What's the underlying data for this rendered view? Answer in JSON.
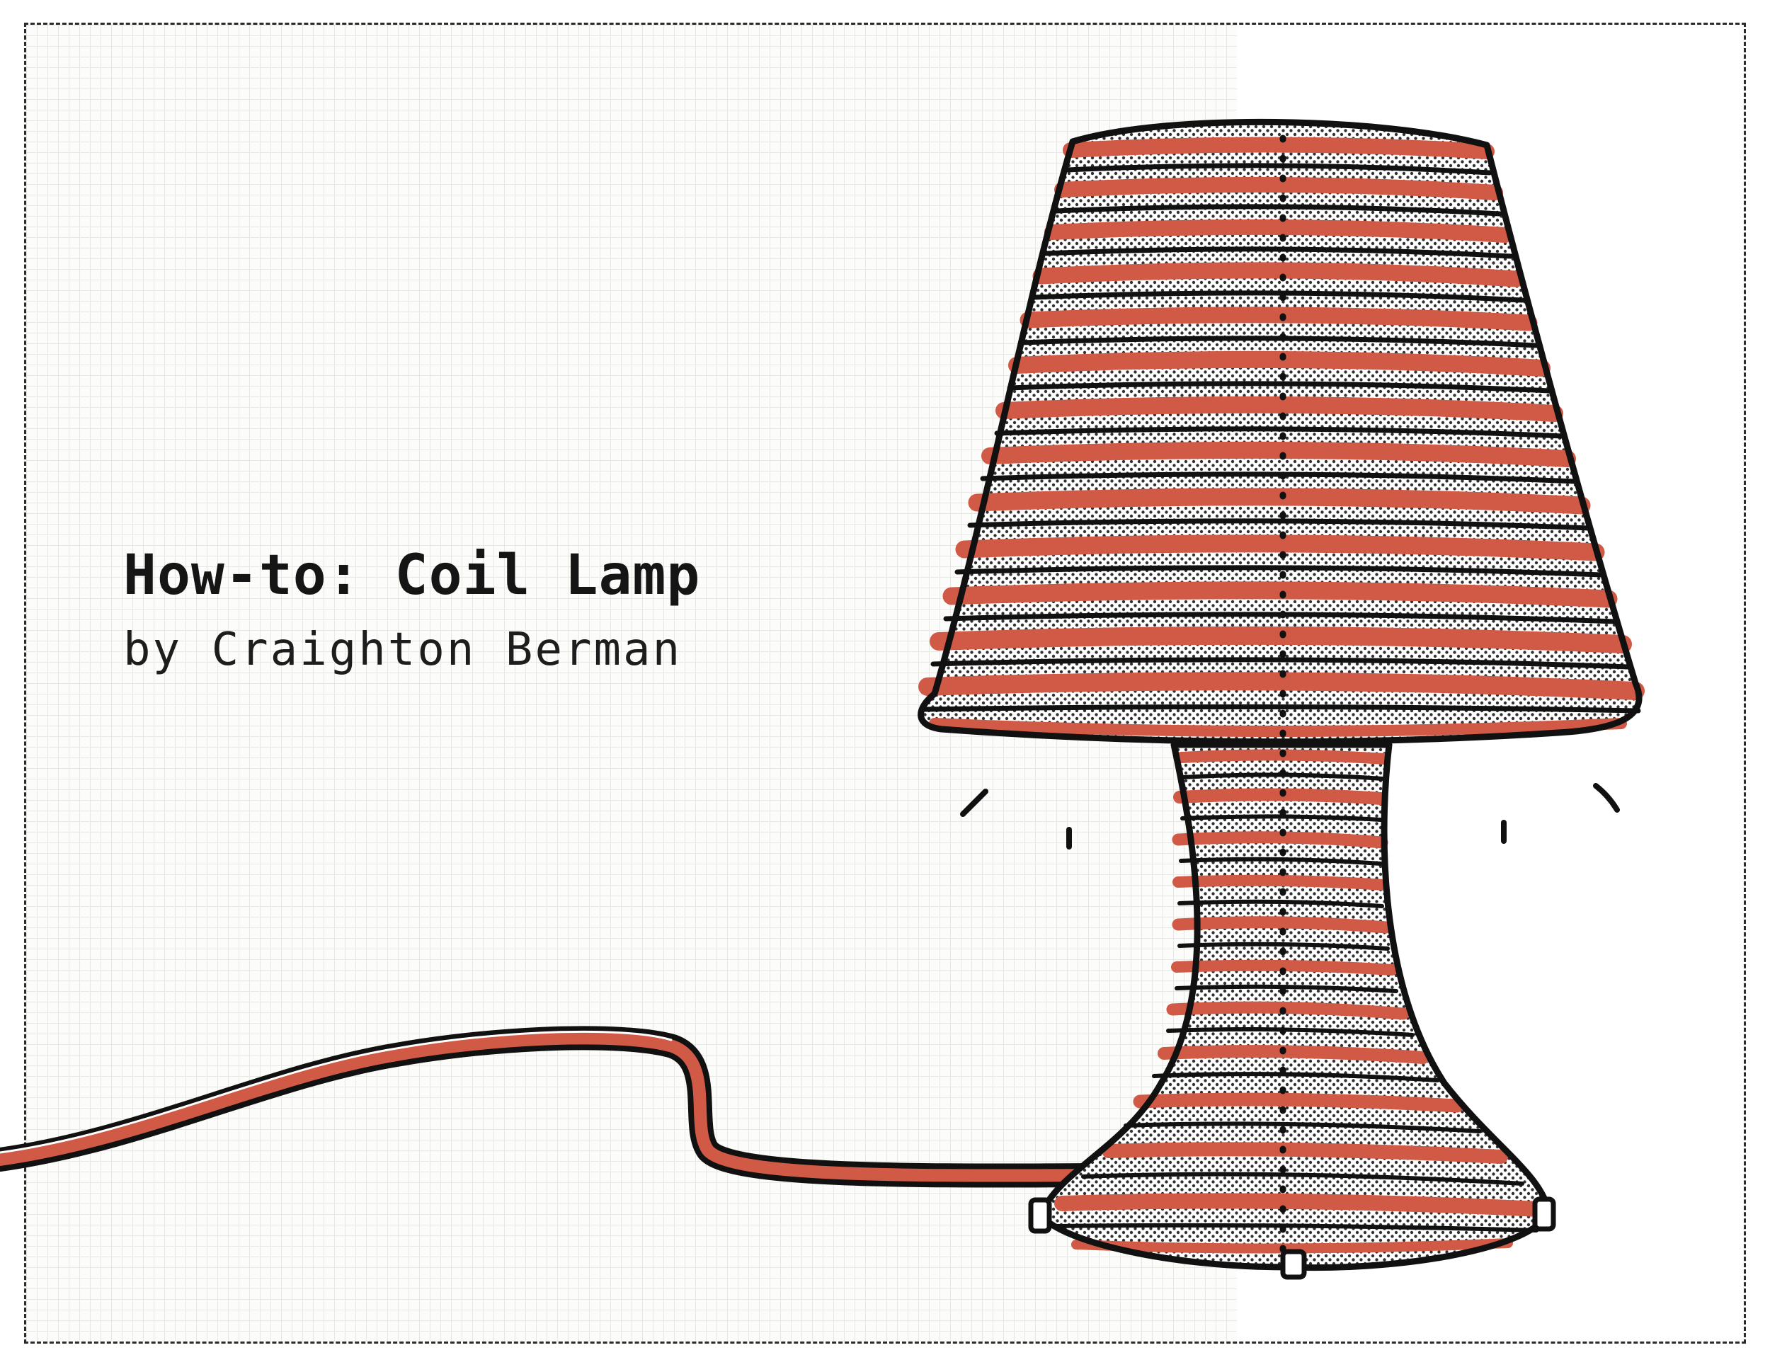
{
  "title": "How-to: Coil Lamp",
  "byline": "by Craighton Berman",
  "illustration": {
    "subject": "coil-lamp",
    "colors": {
      "coil": "#d05a45",
      "outline": "#111111",
      "halftone": "#1a1a1a",
      "background": "#fcfcfb",
      "grid_line": "#e7e7e3"
    }
  }
}
